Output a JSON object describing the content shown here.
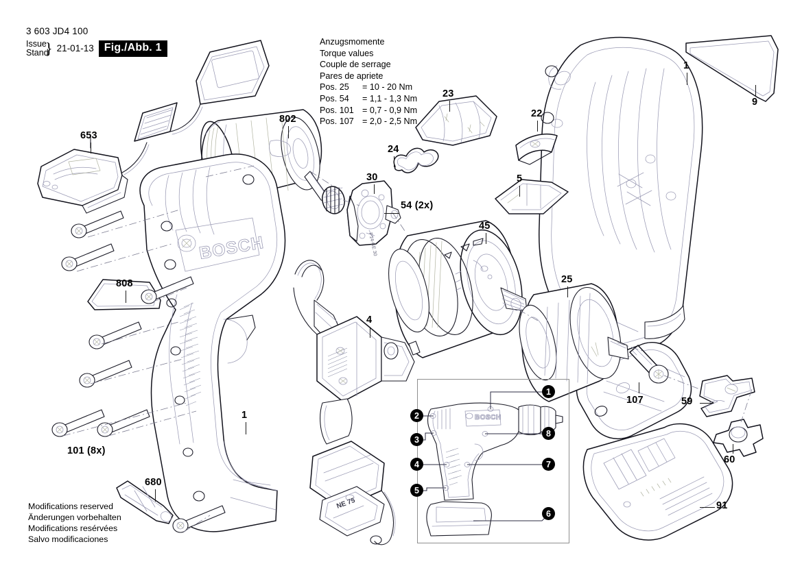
{
  "header": {
    "part_number": "3 603 JD4 100",
    "issue_label": "Issue",
    "stand_label": "Stand",
    "date": "21-01-13",
    "figure_badge": "Fig./Abb. 1"
  },
  "torque": {
    "titles": [
      "Anzugsmomente",
      "Torque values",
      "Couple de serrage",
      "Pares de apriete"
    ],
    "rows": [
      {
        "pos": "Pos. 25",
        "value": "= 10 - 20 Nm"
      },
      {
        "pos": "Pos. 54",
        "value": "= 1,1 - 1,3 Nm"
      },
      {
        "pos": "Pos. 101",
        "value": "= 0,7 - 0,9 Nm"
      },
      {
        "pos": "Pos. 107",
        "value": "= 2,0 - 2,5 Nm"
      }
    ]
  },
  "footer": {
    "lines": [
      "Modifications reserved",
      "Änderungen vorbehalten",
      "Modifications resérvées",
      "Salvo modificaciones"
    ]
  },
  "part_labels": [
    {
      "id": "653",
      "text": "653"
    },
    {
      "id": "802",
      "text": "802"
    },
    {
      "id": "808",
      "text": "808"
    },
    {
      "id": "680",
      "text": "680"
    },
    {
      "id": "101",
      "text": "101 (8x)"
    },
    {
      "id": "24",
      "text": "24"
    },
    {
      "id": "30",
      "text": "30"
    },
    {
      "id": "54",
      "text": "54 (2x)"
    },
    {
      "id": "23",
      "text": "23"
    },
    {
      "id": "22",
      "text": "22"
    },
    {
      "id": "5",
      "text": "5"
    },
    {
      "id": "45",
      "text": "45"
    },
    {
      "id": "25",
      "text": "25"
    },
    {
      "id": "4",
      "text": "4"
    },
    {
      "id": "1a",
      "text": "1"
    },
    {
      "id": "1b",
      "text": "1"
    },
    {
      "id": "9",
      "text": "9"
    },
    {
      "id": "107",
      "text": "107"
    },
    {
      "id": "59",
      "text": "59"
    },
    {
      "id": "60",
      "text": "60"
    },
    {
      "id": "91",
      "text": "91"
    }
  ],
  "inset": {
    "brand": "BOSCH",
    "callouts": [
      {
        "n": "1"
      },
      {
        "n": "2"
      },
      {
        "n": "3"
      },
      {
        "n": "4"
      },
      {
        "n": "5"
      },
      {
        "n": "6"
      },
      {
        "n": "7"
      },
      {
        "n": "8"
      }
    ]
  },
  "brand": {
    "housing_logo": "BOSCH"
  },
  "colors": {
    "ink": "#12121c",
    "detail": "#9a9ab4",
    "detail_olive": "#a8ab95",
    "inset_border": "#8e8e8e",
    "badge_bg": "#000000",
    "badge_fg": "#ffffff"
  }
}
